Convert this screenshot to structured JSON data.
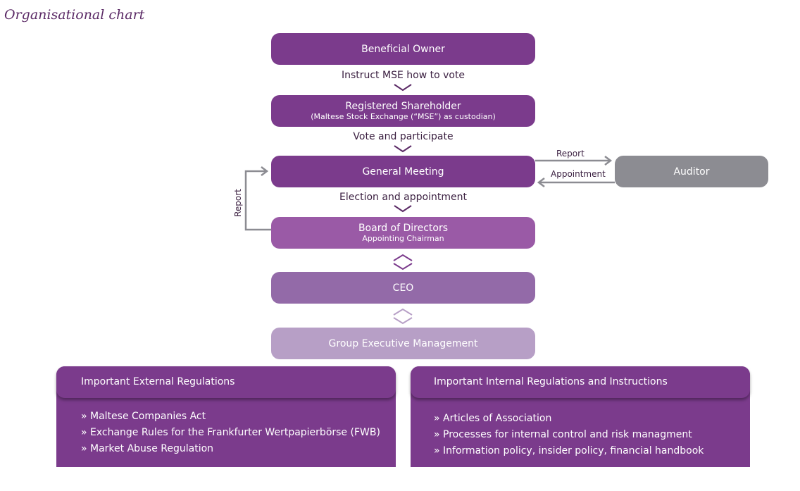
{
  "title": "Organisational chart",
  "boxes": {
    "beneficial_owner": "Beneficial Owner",
    "registered_shareholder": "Registered Shareholder",
    "registered_shareholder_sub": "(Maltese Stock Exchange (“MSE”) as custodian)",
    "general_meeting": "General Meeting",
    "board": "Board of Directors",
    "board_sub": "Appointing Chairman",
    "ceo": "CEO",
    "gem": "Group Executive Management",
    "auditor": "Auditor"
  },
  "connectors": {
    "instruct": "Instruct MSE how to vote",
    "vote": "Vote and participate",
    "election": "Election and appointment",
    "report_auditor": "Report",
    "appointment_auditor": "Appointment",
    "report_board": "Report"
  },
  "external": {
    "heading": "Important External Regulations",
    "items": [
      "» Maltese Companies Act",
      "» Exchange Rules for the Frankfurter Wertpapierbörse (FWB)",
      "» Market Abuse Regulation"
    ]
  },
  "internal": {
    "heading": "Important Internal Regulations and Instructions",
    "items": [
      "» Articles of Association",
      "» Processes for internal control and risk managment",
      "» Information policy, insider policy, financial handbook"
    ]
  },
  "colors": {
    "dark_purple": "#7b3b8c",
    "mid_purple": "#936aa8",
    "light_purple": "#b79fc6",
    "auditor_grey": "#8c8c92"
  }
}
